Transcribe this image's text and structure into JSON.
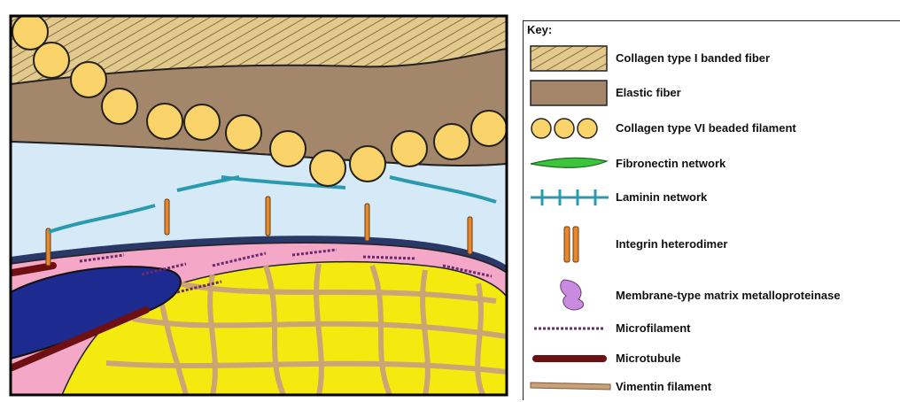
{
  "key": {
    "title": "Key:",
    "items": [
      {
        "id": "collagen-i",
        "label": "Collagen type I banded fiber",
        "color": "#e2c98e",
        "icon": "banded-fiber-swatch"
      },
      {
        "id": "elastic",
        "label": "Elastic fiber",
        "color": "#a4866a",
        "icon": "elastic-fiber-swatch"
      },
      {
        "id": "collagen-vi",
        "label": "Collagen type VI beaded filament",
        "color": "#fbd36b",
        "icon": "beaded-filament-icon"
      },
      {
        "id": "fibronectin",
        "label": "Fibronectin network",
        "color": "#3cc43c",
        "icon": "fibronectin-icon"
      },
      {
        "id": "laminin",
        "label": "Laminin network",
        "color": "#2a9ab0",
        "icon": "laminin-icon"
      },
      {
        "id": "integrin",
        "label": "Integrin heterodimer",
        "color": "#e8882c",
        "icon": "integrin-icon"
      },
      {
        "id": "mmp",
        "label": "Membrane-type matrix metalloproteinase",
        "color": "#c98be0",
        "icon": "mmp-icon"
      },
      {
        "id": "microfilament",
        "label": "Microfilament",
        "color": "#6a2a6e",
        "icon": "microfilament-icon"
      },
      {
        "id": "microtubule",
        "label": "Microtubule",
        "color": "#6e0f12",
        "icon": "microtubule-icon"
      },
      {
        "id": "vimentin",
        "label": "Vimentin filament",
        "color": "#c9a27a",
        "icon": "vimentin-icon"
      }
    ]
  },
  "colors": {
    "background_tan": "#e2c98e",
    "elastic_brown": "#a4866a",
    "light_blue": "#d6e9f6",
    "membrane_dark": "#2a3868",
    "cortex_pink": "#f4a7c6",
    "cytoplasm_yellow": "#f5ea10",
    "nucleus_blue": "#1d2a8f",
    "bead_yellow": "#fbd36b"
  }
}
